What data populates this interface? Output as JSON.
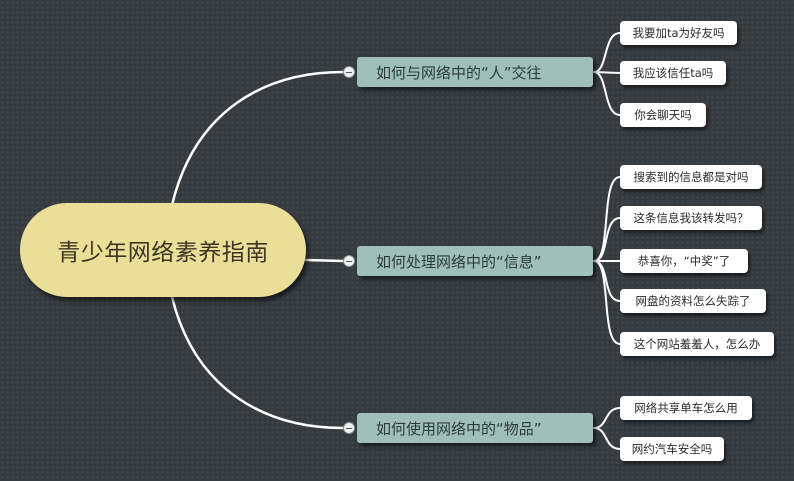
{
  "root": {
    "label": "青少年网络素养指南"
  },
  "branches": [
    {
      "label": "如何与网络中的“人”交往",
      "children": [
        "我要加ta为好友吗",
        "我应该信任ta吗",
        "你会聊天吗"
      ]
    },
    {
      "label": "如何处理网络中的“信息”",
      "children": [
        "搜索到的信息都是对吗",
        "这条信息我该转发吗？",
        "恭喜你，“中奖”了",
        "网盘的资料怎么失踪了",
        "这个网站羞羞人，怎么办"
      ]
    },
    {
      "label": "如何使用网络中的“物品”",
      "children": [
        "网络共享单车怎么用",
        "网约汽车安全吗"
      ]
    }
  ],
  "colors": {
    "background": "#353b3f",
    "root_fill": "#ebdf98",
    "branch_fill": "#9fc0b8",
    "leaf_fill": "#ffffff",
    "connector": "#ffffff"
  }
}
